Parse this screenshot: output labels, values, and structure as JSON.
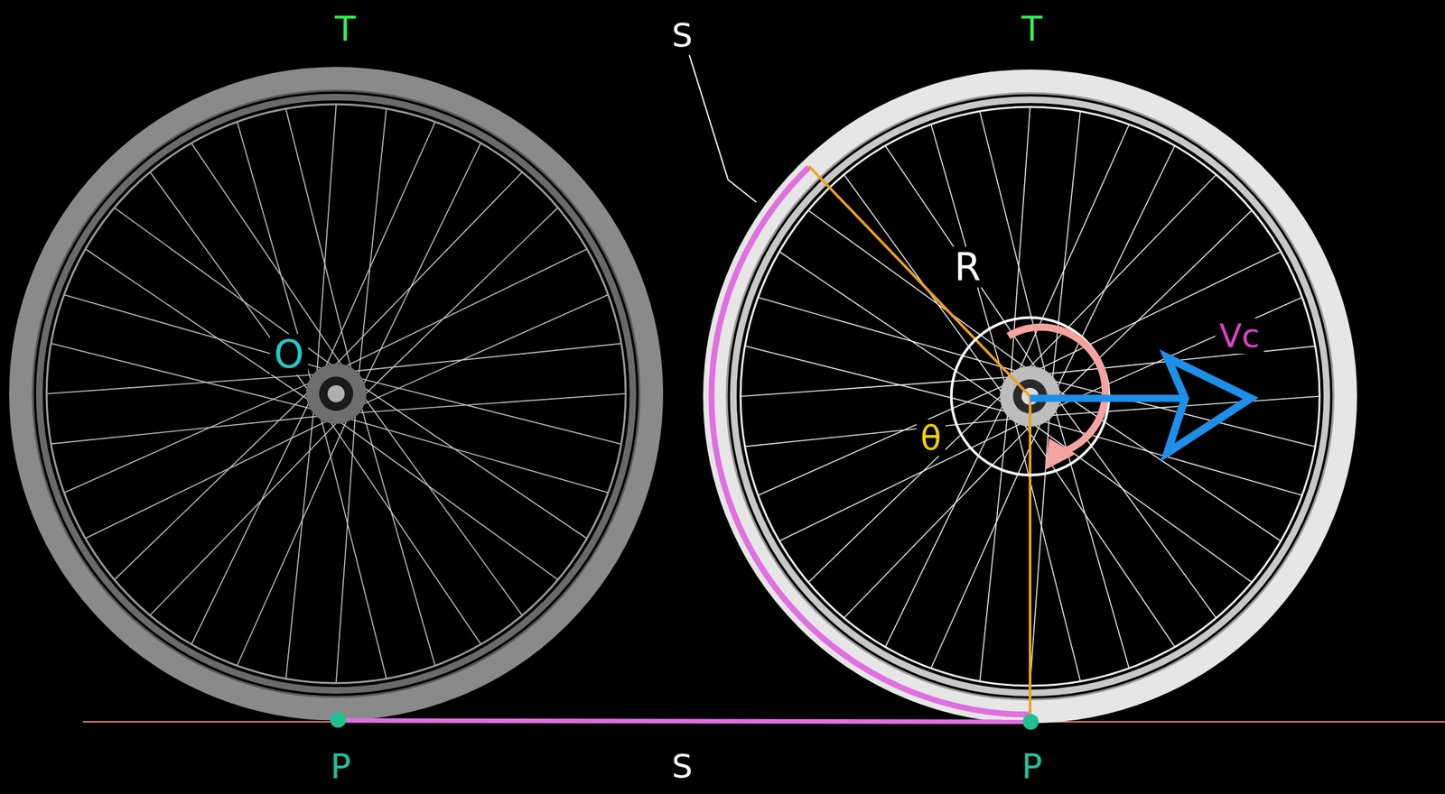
{
  "diagram": {
    "labels": [
      "T",
      "S",
      "T",
      "O",
      "R",
      "Vc",
      "θ",
      "P",
      "S",
      "P"
    ]
  }
}
